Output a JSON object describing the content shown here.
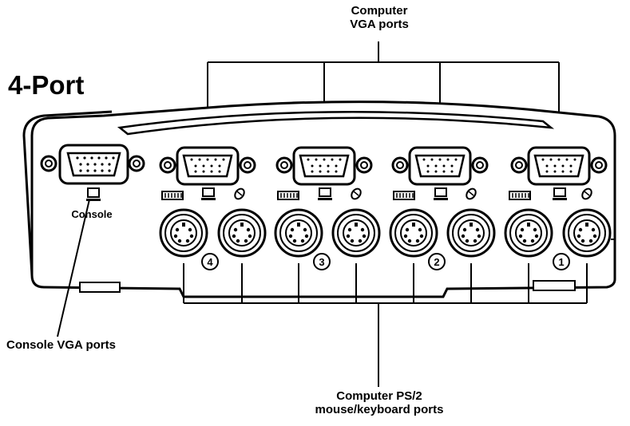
{
  "title": "4-Port",
  "callouts": {
    "computer_vga": [
      "Computer",
      "VGA ports"
    ],
    "console_vga": "Console VGA ports",
    "computer_ps2": [
      "Computer PS/2",
      "mouse/keyboard ports"
    ]
  },
  "console_label": "Console",
  "port_numbers": [
    "4",
    "3",
    "2",
    "1"
  ]
}
